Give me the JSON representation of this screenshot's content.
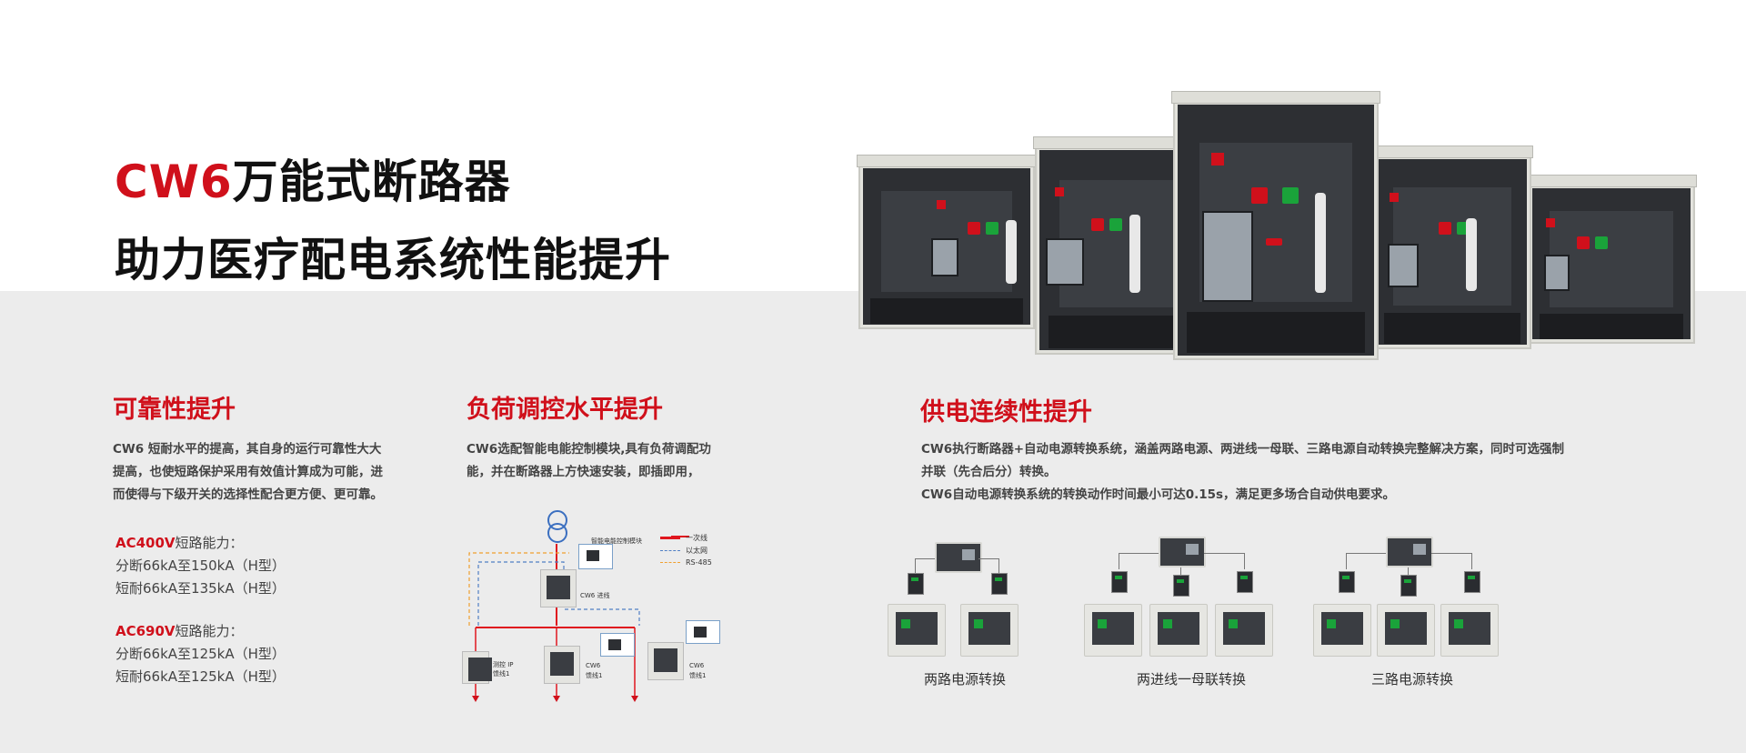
{
  "headline": {
    "line1_accent": "CW6",
    "line1_rest": "万能式断路器",
    "line2": "助力医疗配电系统性能提升"
  },
  "colors": {
    "accent": "#d0101b",
    "band": "#ececec",
    "body_text": "#444444"
  },
  "sections": {
    "reliability": {
      "title": "可靠性提升",
      "paragraph_lines": [
        "CW6 短耐水平的提高，其自身的运行可靠性大大",
        "提高，也使短路保护采用有效值计算成为可能，进",
        "而使得与下级开关的选择性配合更方便、更可靠。"
      ],
      "specs": [
        {
          "tag": "AC400V",
          "label": "短路能力：",
          "lines": [
            "分断66kA至150kA（H型）",
            "短耐66kA至135kA（H型）"
          ]
        },
        {
          "tag": "AC690V",
          "label": "短路能力：",
          "lines": [
            "分断66kA至125kA（H型）",
            "短耐66kA至125kA（H型）"
          ]
        }
      ]
    },
    "load_control": {
      "title": "负荷调控水平提升",
      "paragraph_lines": [
        "CW6选配智能电能控制模块,具有负荷调配功",
        "能，并在断路器上方快速安装，即插即用，"
      ],
      "diagram": {
        "module_label": "智能电能控制模块",
        "legend": [
          "一次线",
          "以太网",
          "RS-485"
        ],
        "legend_colors": [
          "#e0161e",
          "#4f7fc4",
          "#f0a030"
        ],
        "label_top": "CW6 进线",
        "label_left_l1": "测控 IP",
        "label_left_l2": "馈线1",
        "label_mid_l1": "CW6",
        "label_mid_l2": "馈线1",
        "label_right_l1": "CW6",
        "label_right_l2": "馈线1"
      }
    },
    "continuity": {
      "title": "供电连续性提升",
      "paragraph_lines": [
        "CW6执行断路器+自动电源转换系统，涵盖两路电源、两进线一母联、三路电源自动转换完整解决方案，同时可选强制",
        "并联（先合后分）转换。",
        "CW6自动电源转换系统的转换动作时间最小可达0.15s，满足更多场合自动供电要求。"
      ],
      "captions": [
        "两路电源转换",
        "两进线一母联转换",
        "三路电源转换"
      ]
    }
  }
}
